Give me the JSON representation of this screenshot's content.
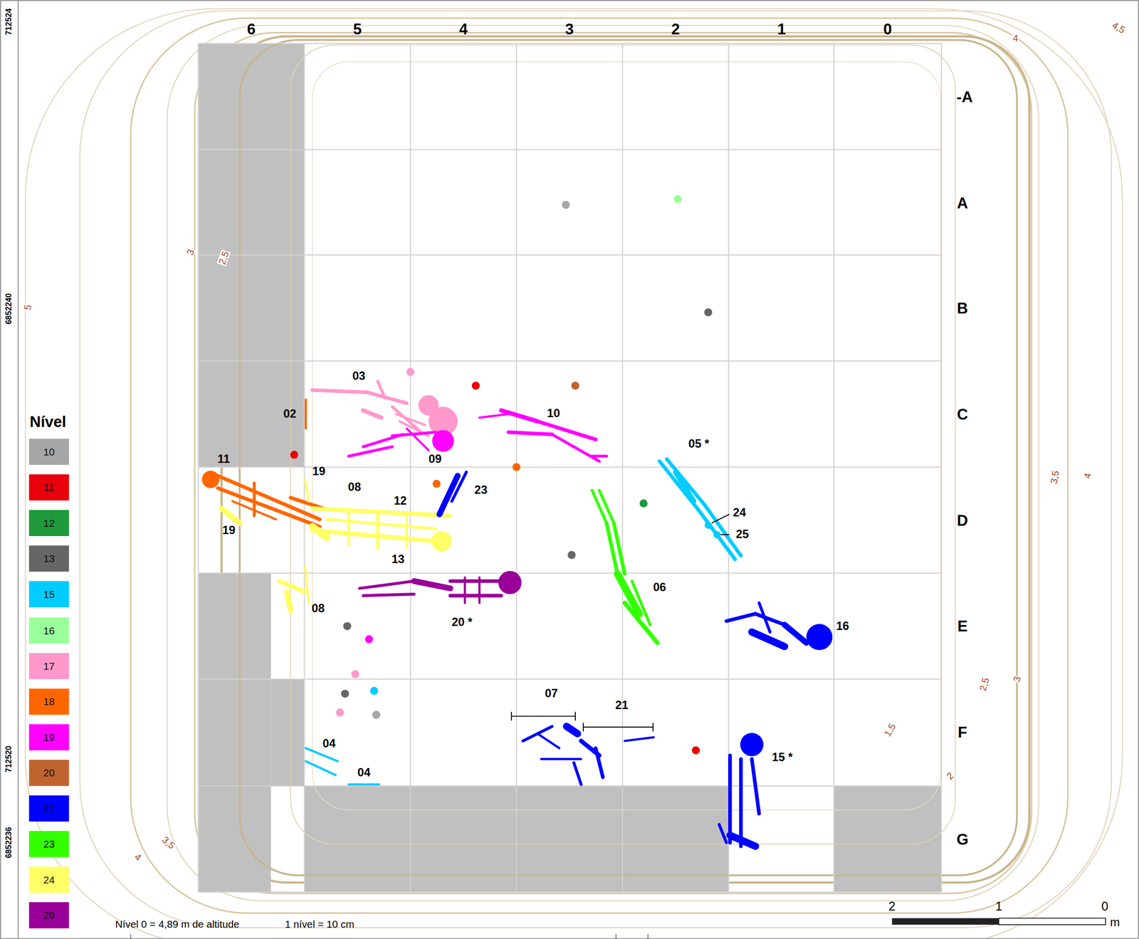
{
  "diagram": {
    "labels": [
      "Nível",
      "6",
      "5",
      "4",
      "3",
      "2",
      "1",
      "0",
      "-A",
      "A",
      "B",
      "C",
      "D",
      "E",
      "F",
      "G",
      "03",
      "02",
      "10",
      "09",
      "11",
      "19",
      "08",
      "12",
      "23",
      "05 *",
      "24",
      "25",
      "13",
      "19",
      "08",
      "20 *",
      "06",
      "16",
      "07",
      "21",
      "04",
      "04",
      "15 *",
      "712524",
      "6852240",
      "712520",
      "6852236",
      "2,5",
      "3",
      "5",
      "4",
      "4,5",
      "3,5",
      "4",
      "2,5",
      "3",
      "1,5",
      "2",
      "3,5",
      "4",
      "Nível 0 = 4,89 m de altitude",
      "1 nível = 10 cm",
      "2",
      "1",
      "0",
      "m"
    ],
    "legend": [
      {
        "text": "10",
        "color": "#a6a6a6"
      },
      {
        "text": "11",
        "color": "#e8000b"
      },
      {
        "text": "12",
        "color": "#1e9a3c"
      },
      {
        "text": "13",
        "color": "#666666"
      },
      {
        "text": "15",
        "color": "#00ccff"
      },
      {
        "text": "16",
        "color": "#99ff99"
      },
      {
        "text": "17",
        "color": "#ff99cc"
      },
      {
        "text": "18",
        "color": "#ff6600"
      },
      {
        "text": "19",
        "color": "#ff00ff"
      },
      {
        "text": "20",
        "color": "#c0642f"
      },
      {
        "text": "21",
        "color": "#0000ff"
      },
      {
        "text": "23",
        "color": "#33ff00"
      },
      {
        "text": "24",
        "color": "#ffff66"
      },
      {
        "text": "29",
        "color": "#990099"
      }
    ]
  }
}
